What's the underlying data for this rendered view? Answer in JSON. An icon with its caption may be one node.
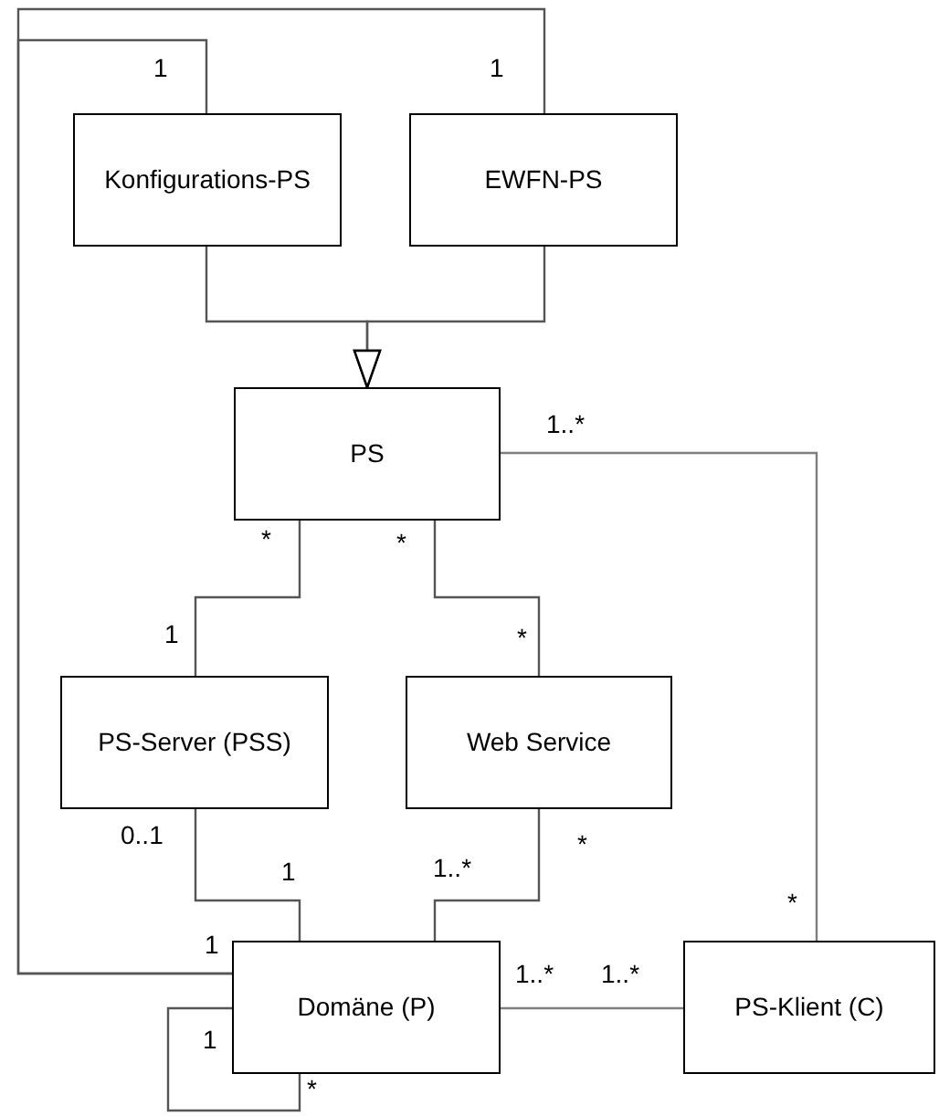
{
  "diagram": {
    "nodes": [
      {
        "text": [
          "Konfigurations-PS"
        ]
      },
      {
        "text": [
          "EWFN-PS"
        ]
      },
      {
        "text": [
          "PS"
        ]
      },
      {
        "text": [
          "PS-Server (PSS)"
        ]
      },
      {
        "text": [
          "Web Service"
        ]
      },
      {
        "text": [
          "Domäne (P)"
        ]
      },
      {
        "text": [
          "PS-Klient (C)"
        ]
      }
    ],
    "edges": [
      {
        "from": 0,
        "to": 2,
        "arrow": "to"
      },
      {
        "from": 1,
        "to": 2,
        "arrow": "to"
      },
      {
        "from": 0,
        "to": 5,
        "arrow": "none"
      },
      {
        "from": 1,
        "to": 5,
        "arrow": "none"
      },
      {
        "from": 2,
        "to": 3,
        "arrow": "none"
      },
      {
        "from": 2,
        "to": 4,
        "arrow": "none"
      },
      {
        "from": 3,
        "to": 5,
        "arrow": "none"
      },
      {
        "from": 4,
        "to": 5,
        "arrow": "none"
      },
      {
        "from": 2,
        "to": 6,
        "arrow": "none"
      },
      {
        "from": 5,
        "to": 6,
        "arrow": "none"
      },
      {
        "from": 5,
        "to": 5,
        "arrow": "none"
      }
    ],
    "labels": [
      "1",
      "1",
      "1..*",
      "*",
      "*",
      "1",
      "*",
      "0..1",
      "*",
      "1",
      "1..*",
      "*",
      "1",
      "1..*",
      "1..*",
      "1",
      "*"
    ]
  }
}
